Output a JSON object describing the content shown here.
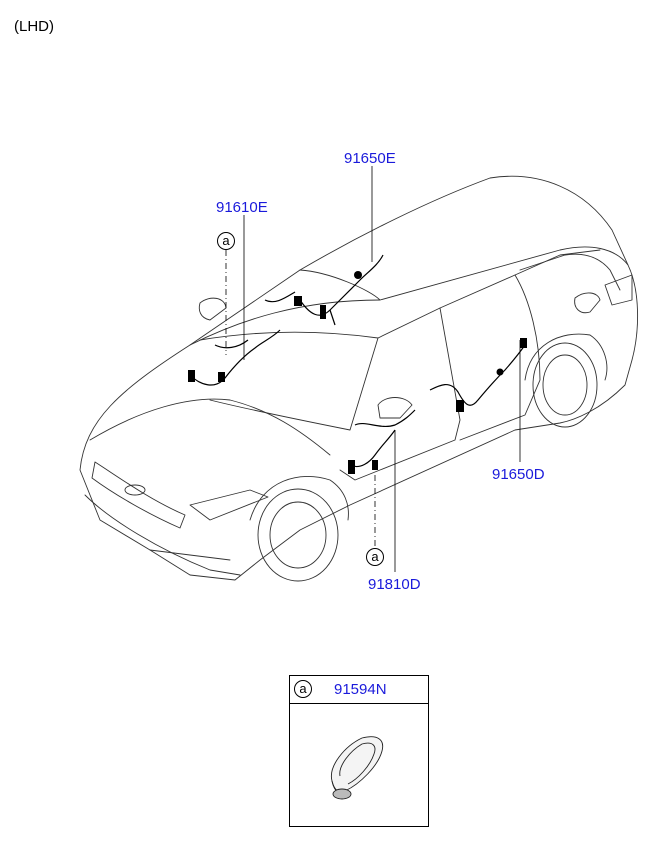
{
  "header": {
    "variant": "(LHD)"
  },
  "callouts": {
    "roof_harness": "91650E",
    "front_door_harness": "91610E",
    "rear_door_harness": "91650D",
    "front_door_harness_2": "91810D"
  },
  "markers": {
    "a_top": "a",
    "a_bottom": "a"
  },
  "reference_box": {
    "marker": "a",
    "part_number": "91594N"
  },
  "colors": {
    "callout": "#1a1adb",
    "line": "#000000"
  }
}
